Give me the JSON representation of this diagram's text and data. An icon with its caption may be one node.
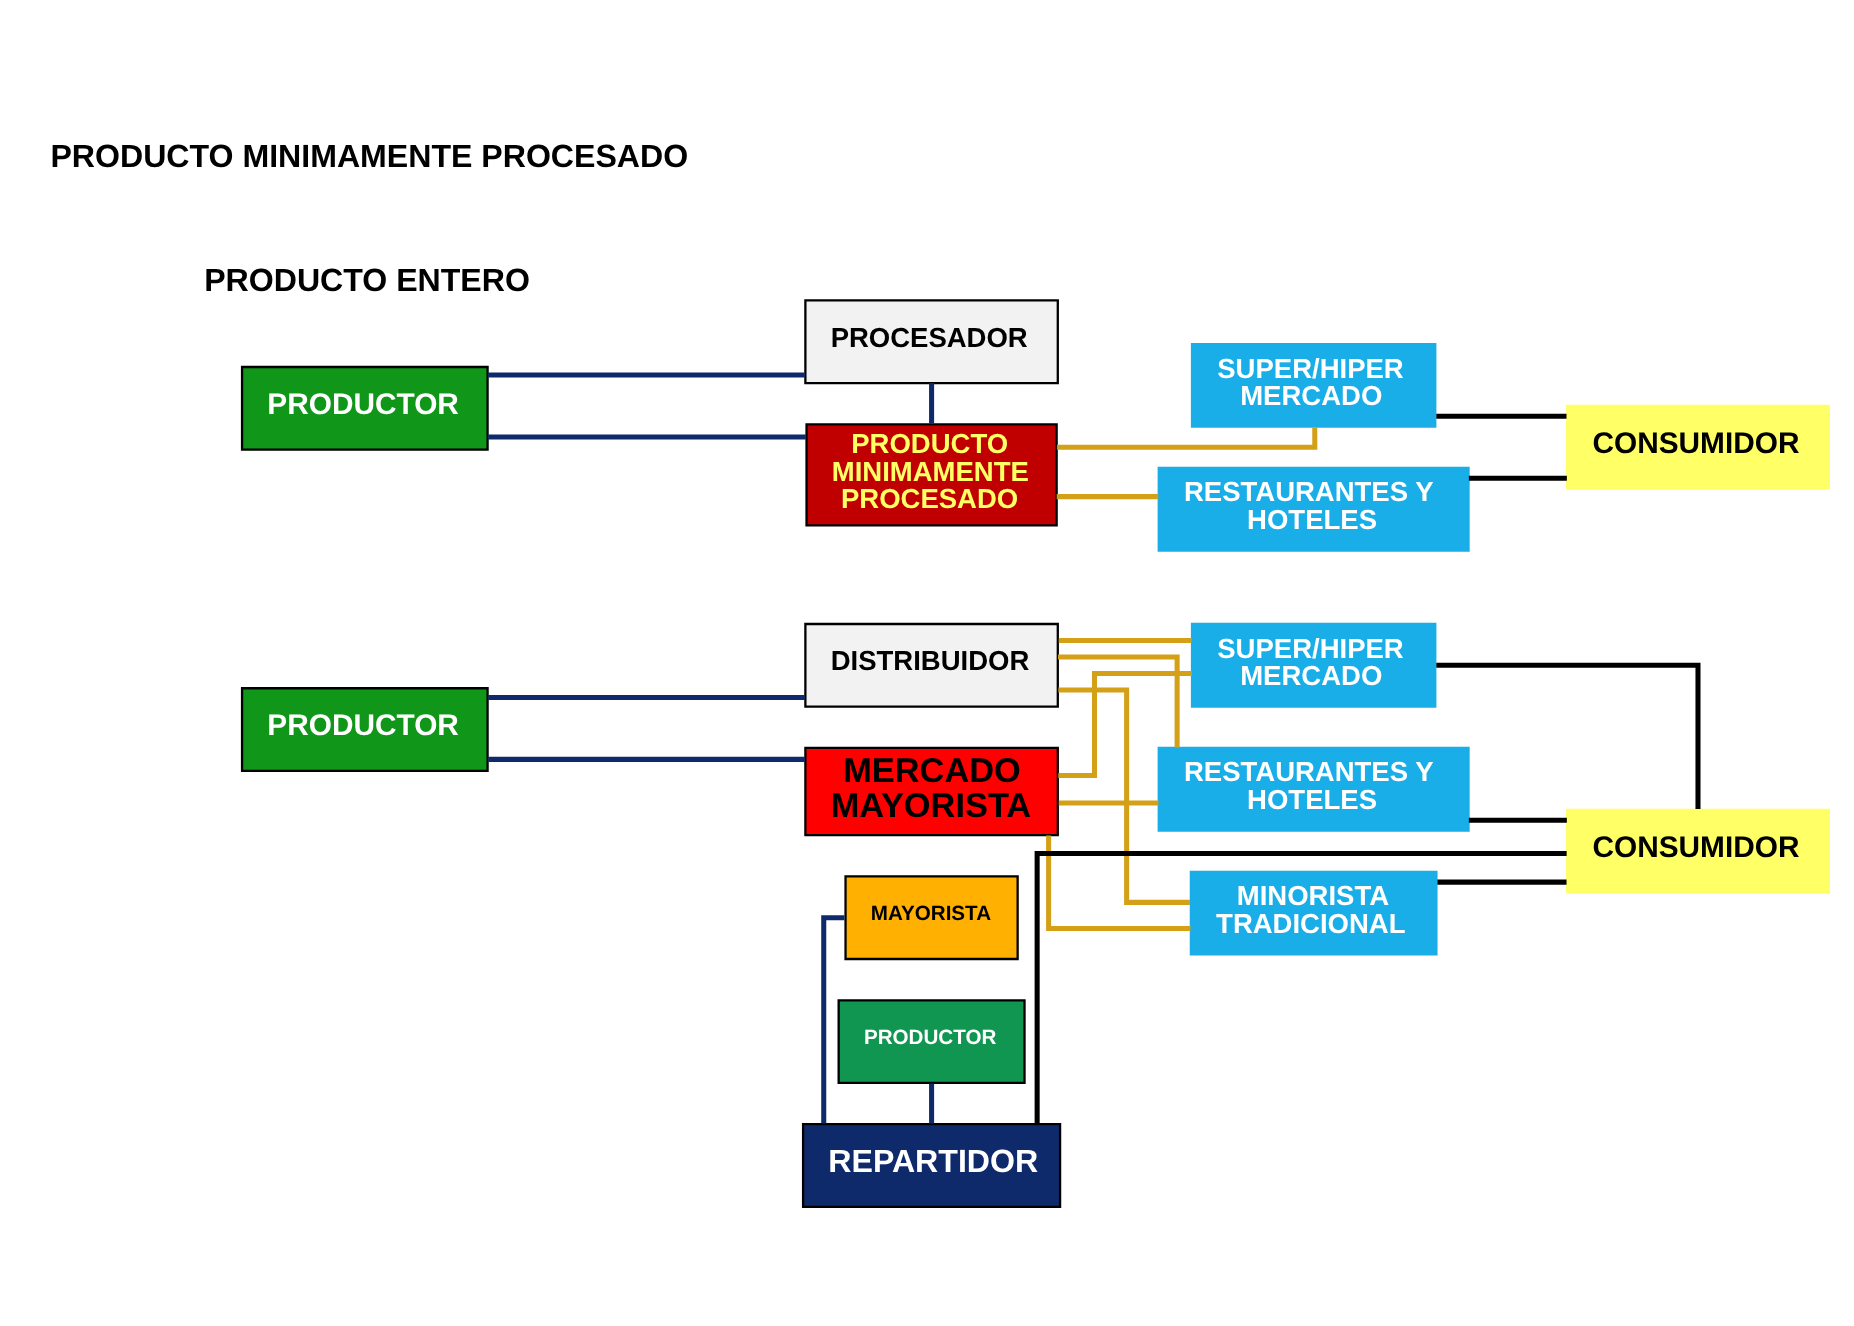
{
  "diagram": {
    "nodes": [
      {
        "text": [
          "DISTRIBUIDOR"
        ]
      },
      {
        "text": [
          "SUPER/HIPER MERCADO"
        ]
      },
      {
        "text": [
          "PRODUCTOR"
        ]
      },
      {
        "text": [
          "MERCADO MAYORISTA"
        ]
      },
      {
        "text": [
          "RESTAURANTES Y HOTELES"
        ]
      },
      {
        "text": [
          "CONSUMIDOR"
        ]
      },
      {
        "text": [
          "MAYORISTA"
        ]
      },
      {
        "text": [
          "PRODUCTOR"
        ]
      },
      {
        "text": [
          "MINORISTA TRADICIONAL"
        ]
      },
      {
        "text": [
          "REPARTIDOR"
        ]
      },
      {
        "text": [
          "PROCESADOR"
        ]
      },
      {
        "text": [
          "SUPER/HIPER MERCADO"
        ]
      },
      {
        "text": [
          "PRODUCTOR"
        ]
      },
      {
        "text": [
          "PRODUCTO MINIMAMENTE PROCESADO"
        ]
      },
      {
        "text": [
          "CONSUMIDOR"
        ]
      },
      {
        "text": [
          "RESTAURANTES Y HOTELES"
        ]
      }
    ],
    "edges": [
      {
        "from": 2,
        "to": 0,
        "arrow": "none",
        "color": "#0f2a6b"
      },
      {
        "from": 2,
        "to": 3,
        "arrow": "none",
        "color": "#0f2a6b"
      },
      {
        "from": 0,
        "to": 1,
        "arrow": "none"
      },
      {
        "from": 0,
        "to": 4,
        "arrow": "none"
      },
      {
        "from": 0,
        "to": 8,
        "arrow": "none"
      },
      {
        "from": 3,
        "to": 1,
        "arrow": "none"
      },
      {
        "from": 3,
        "to": 4,
        "arrow": "none"
      },
      {
        "from": 3,
        "to": 8,
        "arrow": "none"
      },
      {
        "from": 6,
        "to": 9,
        "arrow": "none",
        "color": "#0f2a6b"
      },
      {
        "from": 7,
        "to": 9,
        "arrow": "none",
        "color": "#0f2a6b"
      },
      {
        "from": 1,
        "to": 5,
        "arrow": "none",
        "color": "#000000"
      },
      {
        "from": 4,
        "to": 5,
        "arrow": "none",
        "color": "#000000"
      },
      {
        "from": 8,
        "to": 5,
        "arrow": "none",
        "color": "#000000"
      },
      {
        "from": 9,
        "to": 5,
        "arrow": "none",
        "color": "#000000"
      },
      {
        "from": 12,
        "to": 10,
        "arrow": "none",
        "color": "#0f2a6b"
      },
      {
        "from": 12,
        "to": 13,
        "arrow": "none",
        "color": "#0f2a6b"
      },
      {
        "from": 10,
        "to": 13,
        "arrow": "none",
        "color": "#0f2a6b"
      },
      {
        "from": 13,
        "to": 11,
        "arrow": "none"
      },
      {
        "from": 13,
        "to": 15,
        "arrow": "none"
      },
      {
        "from": 11,
        "to": 14,
        "arrow": "none",
        "color": "#000000"
      },
      {
        "from": 15,
        "to": 14,
        "arrow": "none",
        "color": "#000000"
      }
    ],
    "labels": [
      "PRODUCTO ENTERO",
      "PRODUCTO MINIMAMENTE PROCESADO"
    ]
  }
}
